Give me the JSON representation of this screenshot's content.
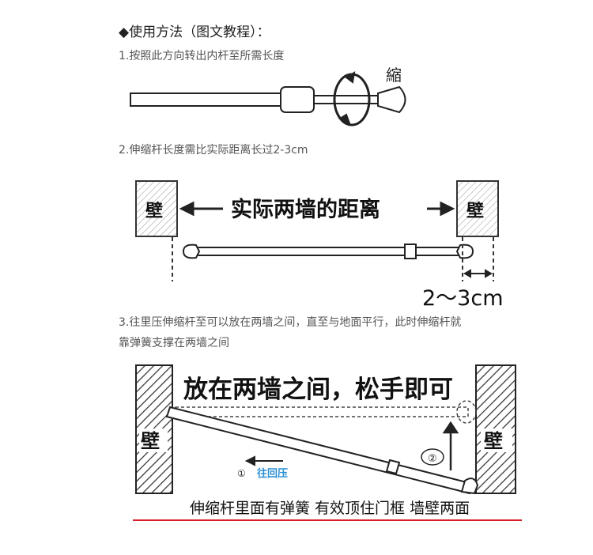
{
  "title": "◆使用方法（图文教程）：",
  "steps": [
    {
      "text": "1.按照此方向转出内杆至所需长度"
    },
    {
      "text": "2.伸缩杆长度需比实际距离长过2-3cm"
    },
    {
      "text_line1": "3.往里压伸缩杆至可以放在两墙之间，直至与地面平行，此时伸缩杆就",
      "text_line2": "靠弹簧支撑在两墙之间"
    }
  ],
  "diagram1": {
    "label": "縮"
  },
  "diagram2": {
    "wall_label": "壁",
    "distance_label": "实际两墙的距离",
    "extra_label": "2～3cm"
  },
  "diagram3": {
    "wall_label": "壁",
    "headline": "放在两墙之间，松手即可",
    "step1_marker": "①",
    "step1_label": "往回压",
    "step2_marker": "②"
  },
  "caption": "伸缩杆里面有弹簧 有效顶住门框 墙壁两面",
  "colors": {
    "accent_blue": "#2a8fd6",
    "underline_red": "#d81e2a"
  }
}
